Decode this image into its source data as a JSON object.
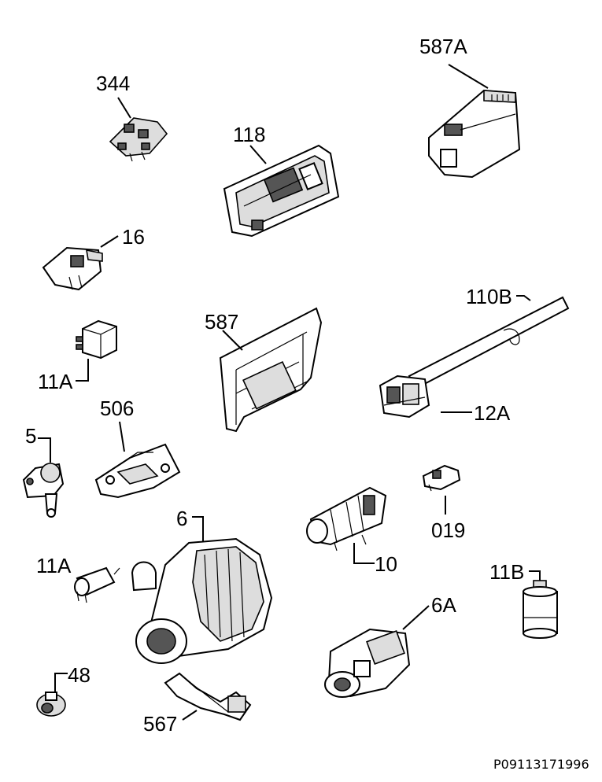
{
  "labels": {
    "p344": "344",
    "p587a": "587A",
    "p118": "118",
    "p16": "16",
    "p110b": "110B",
    "p587": "587",
    "p11a_top": "11A",
    "p12a": "12A",
    "p506": "506",
    "p5": "5",
    "p019": "019",
    "p6": "6",
    "p10": "10",
    "p11a_bottom": "11A",
    "p11b": "11B",
    "p6a": "6A",
    "p48": "48",
    "p567": "567"
  },
  "reference_code": "P09113171996"
}
